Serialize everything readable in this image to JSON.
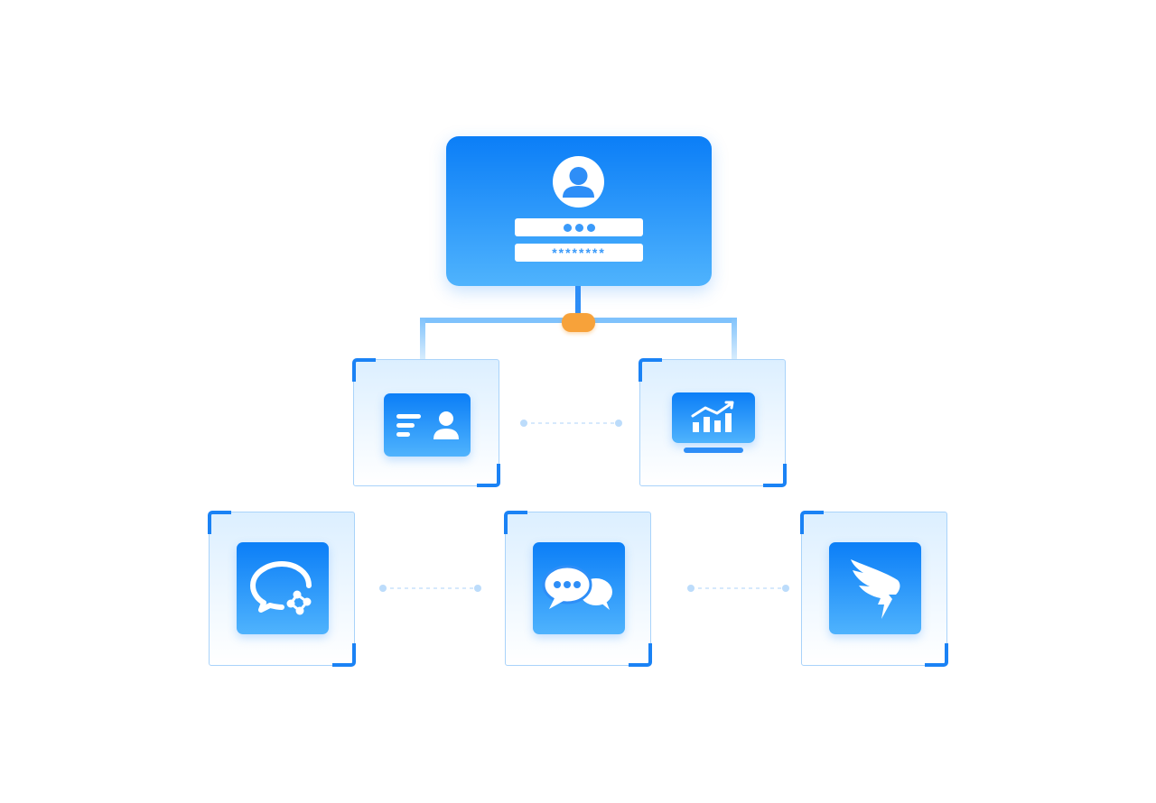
{
  "diagram": {
    "login_panel": {
      "avatar_icon": "user-avatar-icon",
      "username_field": "•••",
      "password_field": "********"
    },
    "connector_node_color": "#f7a23a",
    "accent_color": "#1a82f5",
    "modules": [
      {
        "id": "id-card",
        "icon": "id-card-icon"
      },
      {
        "id": "analytics",
        "icon": "analytics-monitor-icon"
      },
      {
        "id": "wecom",
        "icon": "wecom-chat-icon"
      },
      {
        "id": "messages",
        "icon": "chat-bubbles-icon"
      },
      {
        "id": "dingtalk",
        "icon": "dingtalk-wing-icon"
      }
    ]
  }
}
